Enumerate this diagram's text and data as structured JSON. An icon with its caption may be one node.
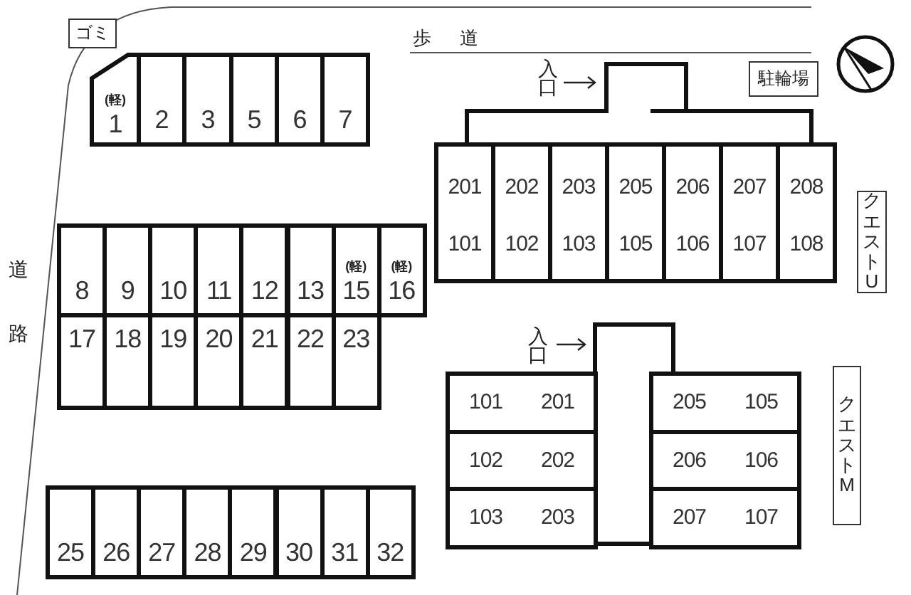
{
  "diagram": {
    "nodes": [
      {
        "text": [
          "ゴミ"
        ]
      },
      {
        "text": [
          "(軽)",
          "1"
        ]
      },
      {
        "text": [
          "2"
        ]
      },
      {
        "text": [
          "3"
        ]
      },
      {
        "text": [
          "5"
        ]
      },
      {
        "text": [
          "6"
        ]
      },
      {
        "text": [
          "7"
        ]
      },
      {
        "text": [
          "駐輪場"
        ]
      },
      {
        "text": [
          "201",
          "101"
        ]
      },
      {
        "text": [
          "202",
          "102"
        ]
      },
      {
        "text": [
          "203",
          "103"
        ]
      },
      {
        "text": [
          "205",
          "105"
        ]
      },
      {
        "text": [
          "206",
          "106"
        ]
      },
      {
        "text": [
          "207",
          "107"
        ]
      },
      {
        "text": [
          "208",
          "108"
        ]
      },
      {
        "text": [
          "クエストU"
        ]
      },
      {
        "text": [
          "8"
        ]
      },
      {
        "text": [
          "9"
        ]
      },
      {
        "text": [
          "10"
        ]
      },
      {
        "text": [
          "11"
        ]
      },
      {
        "text": [
          "12"
        ]
      },
      {
        "text": [
          "13"
        ]
      },
      {
        "text": [
          "(軽)",
          "15"
        ]
      },
      {
        "text": [
          "(軽)",
          "16"
        ]
      },
      {
        "text": [
          "17"
        ]
      },
      {
        "text": [
          "18"
        ]
      },
      {
        "text": [
          "19"
        ]
      },
      {
        "text": [
          "20"
        ]
      },
      {
        "text": [
          "21"
        ]
      },
      {
        "text": [
          "22"
        ]
      },
      {
        "text": [
          "23"
        ]
      },
      {
        "text": [
          "101",
          "201"
        ]
      },
      {
        "text": [
          "102",
          "202"
        ]
      },
      {
        "text": [
          "103",
          "203"
        ]
      },
      {
        "text": [
          "205",
          "105"
        ]
      },
      {
        "text": [
          "206",
          "106"
        ]
      },
      {
        "text": [
          "207",
          "107"
        ]
      },
      {
        "text": [
          "クエストM"
        ]
      },
      {
        "text": [
          "25"
        ]
      },
      {
        "text": [
          "26"
        ]
      },
      {
        "text": [
          "27"
        ]
      },
      {
        "text": [
          "28"
        ]
      },
      {
        "text": [
          "29"
        ]
      },
      {
        "text": [
          "30"
        ]
      },
      {
        "text": [
          "31"
        ]
      },
      {
        "text": [
          "32"
        ]
      }
    ],
    "edges": [],
    "labels": [
      "歩道",
      "入口",
      "道路",
      "入口"
    ]
  }
}
